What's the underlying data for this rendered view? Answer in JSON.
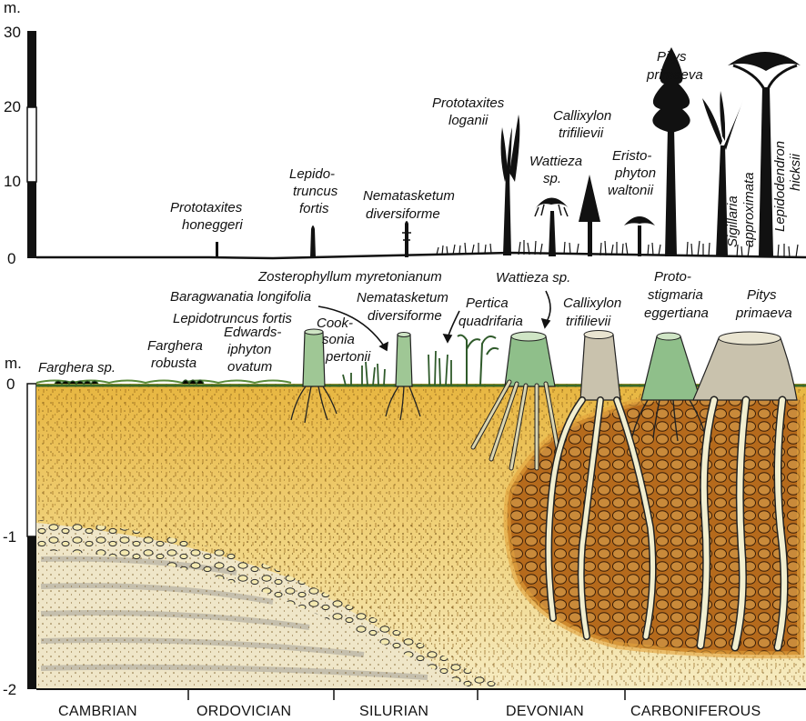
{
  "top_scale": {
    "unit": "m.",
    "ticks": [
      "30",
      "20",
      "10",
      "0"
    ]
  },
  "bottom_scale": {
    "unit": "m.",
    "ticks": [
      "0",
      "-1",
      "-2"
    ]
  },
  "periods": [
    "CAMBRIAN",
    "ORDOVICIAN",
    "SILURIAN",
    "DEVONIAN",
    "CARBONIFEROUS"
  ],
  "trees": {
    "prototaxites_honeggeri": [
      "Prototaxites",
      "honeggeri"
    ],
    "lepidotruncus_fortis": [
      "Lepido-",
      "truncus",
      "fortis"
    ],
    "nematasketum_diversiforme": [
      "Nematasketum",
      "diversiforme"
    ],
    "prototaxites_loganii": [
      "Prototaxites",
      "loganii"
    ],
    "wattieza": [
      "Wattieza",
      "sp."
    ],
    "callixylon_trifilievii": [
      "Callixylon",
      "trifilievii"
    ],
    "eristophyton_waltonii": [
      "Eristo-",
      "phyton",
      "waltonii"
    ],
    "pitys_primaeva": [
      "Pitys",
      "primaeva"
    ],
    "sigillaria_approximata": [
      "Sigillaria",
      "approximata"
    ],
    "lepidodendron_hicksii": [
      "Lepidodendron",
      "hicksii"
    ]
  },
  "roots": {
    "farghera_sp": "Farghera sp.",
    "farghera_robusta": [
      "Farghera",
      "robusta"
    ],
    "edwardsiphyton_ovatum": [
      "Edwards-",
      "iphyton",
      "ovatum"
    ],
    "baragwanatia_longifolia": "Baragwanatia longifolia",
    "lepidotruncus_fortis": "Lepidotruncus fortis",
    "zosterophyllum_myretonianum": "Zosterophyllum myretonianum",
    "cooksonia_pertonii": [
      "Cook-",
      "sonia",
      "pertonii"
    ],
    "nematasketum_diversiforme": [
      "Nematasketum",
      "diversiforme"
    ],
    "pertica_quadrifaria": [
      "Pertica",
      "quadrifaria"
    ],
    "wattieza_sp": "Wattieza sp.",
    "callixylon_trifilievii": [
      "Callixylon",
      "trifilievii"
    ],
    "protostigmaria_eggertiana": [
      "Proto-",
      "stigmaria",
      "eggertiana"
    ],
    "pitys_primaeva": [
      "Pitys",
      "primaeva"
    ]
  }
}
